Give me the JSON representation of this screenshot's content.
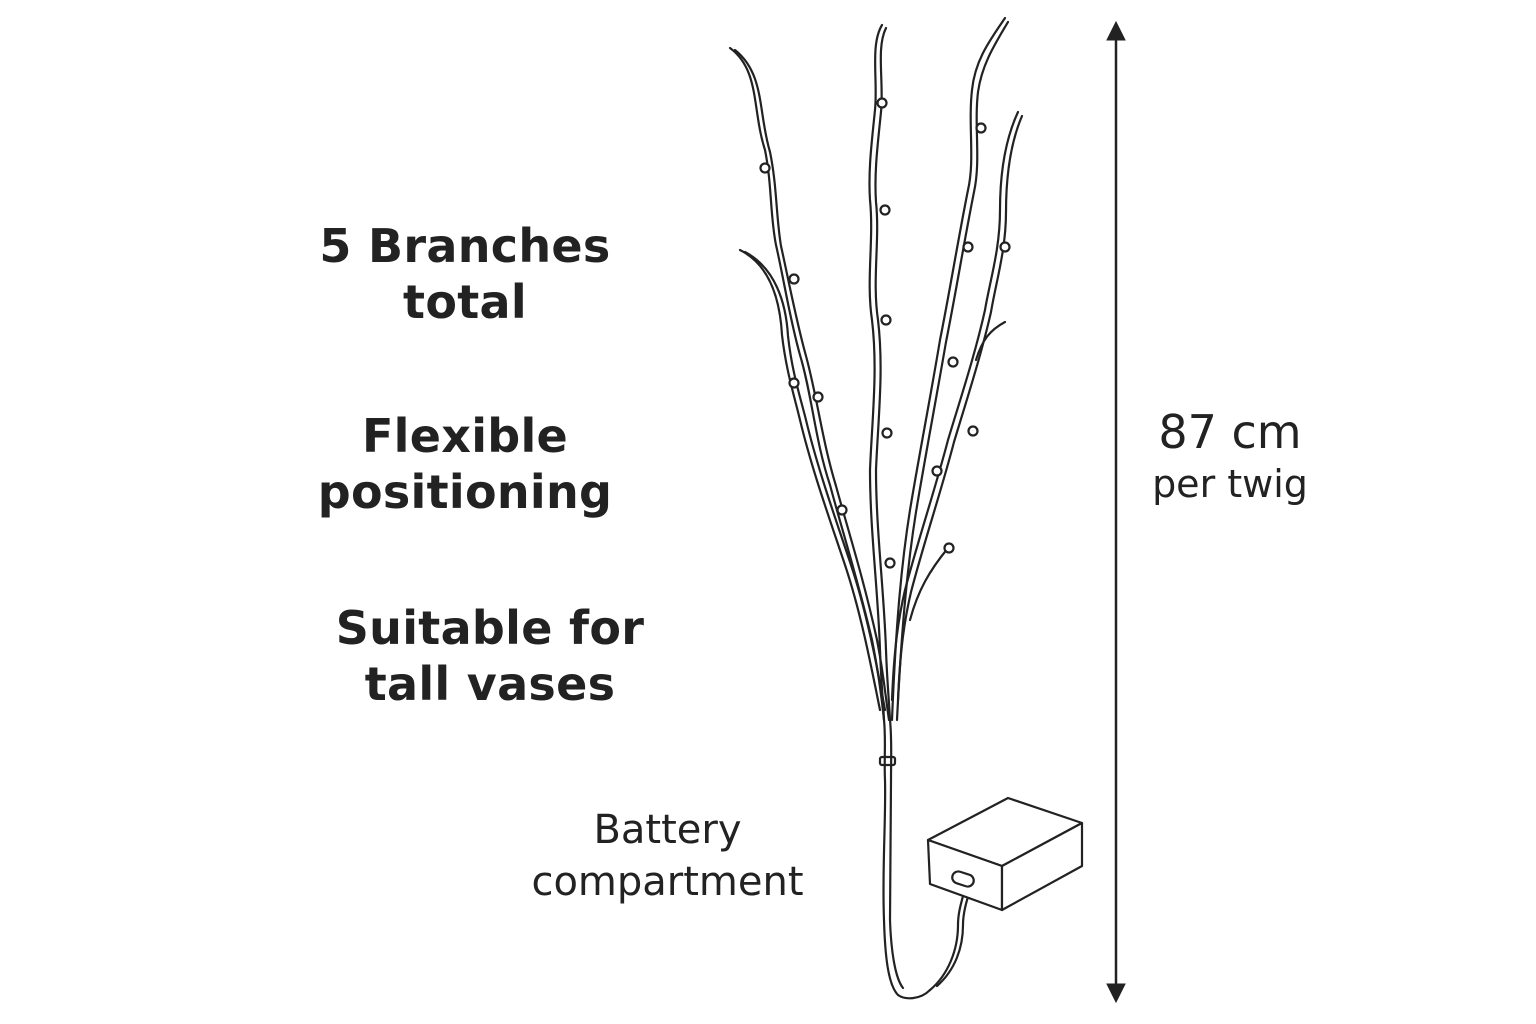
{
  "features": [
    {
      "line1": "5 Branches",
      "line2": "total"
    },
    {
      "line1": "Flexible",
      "line2": "positioning"
    },
    {
      "line1": "Suitable for",
      "line2": "tall vases"
    }
  ],
  "battery": {
    "line1": "Battery",
    "line2": "compartment"
  },
  "dimension": {
    "value": "87 cm",
    "unit_note": "per twig"
  },
  "colors": {
    "ink": "#222222",
    "background": "#ffffff"
  },
  "icons": [
    "twig-illustration",
    "battery-box-icon",
    "double-arrow-icon"
  ]
}
